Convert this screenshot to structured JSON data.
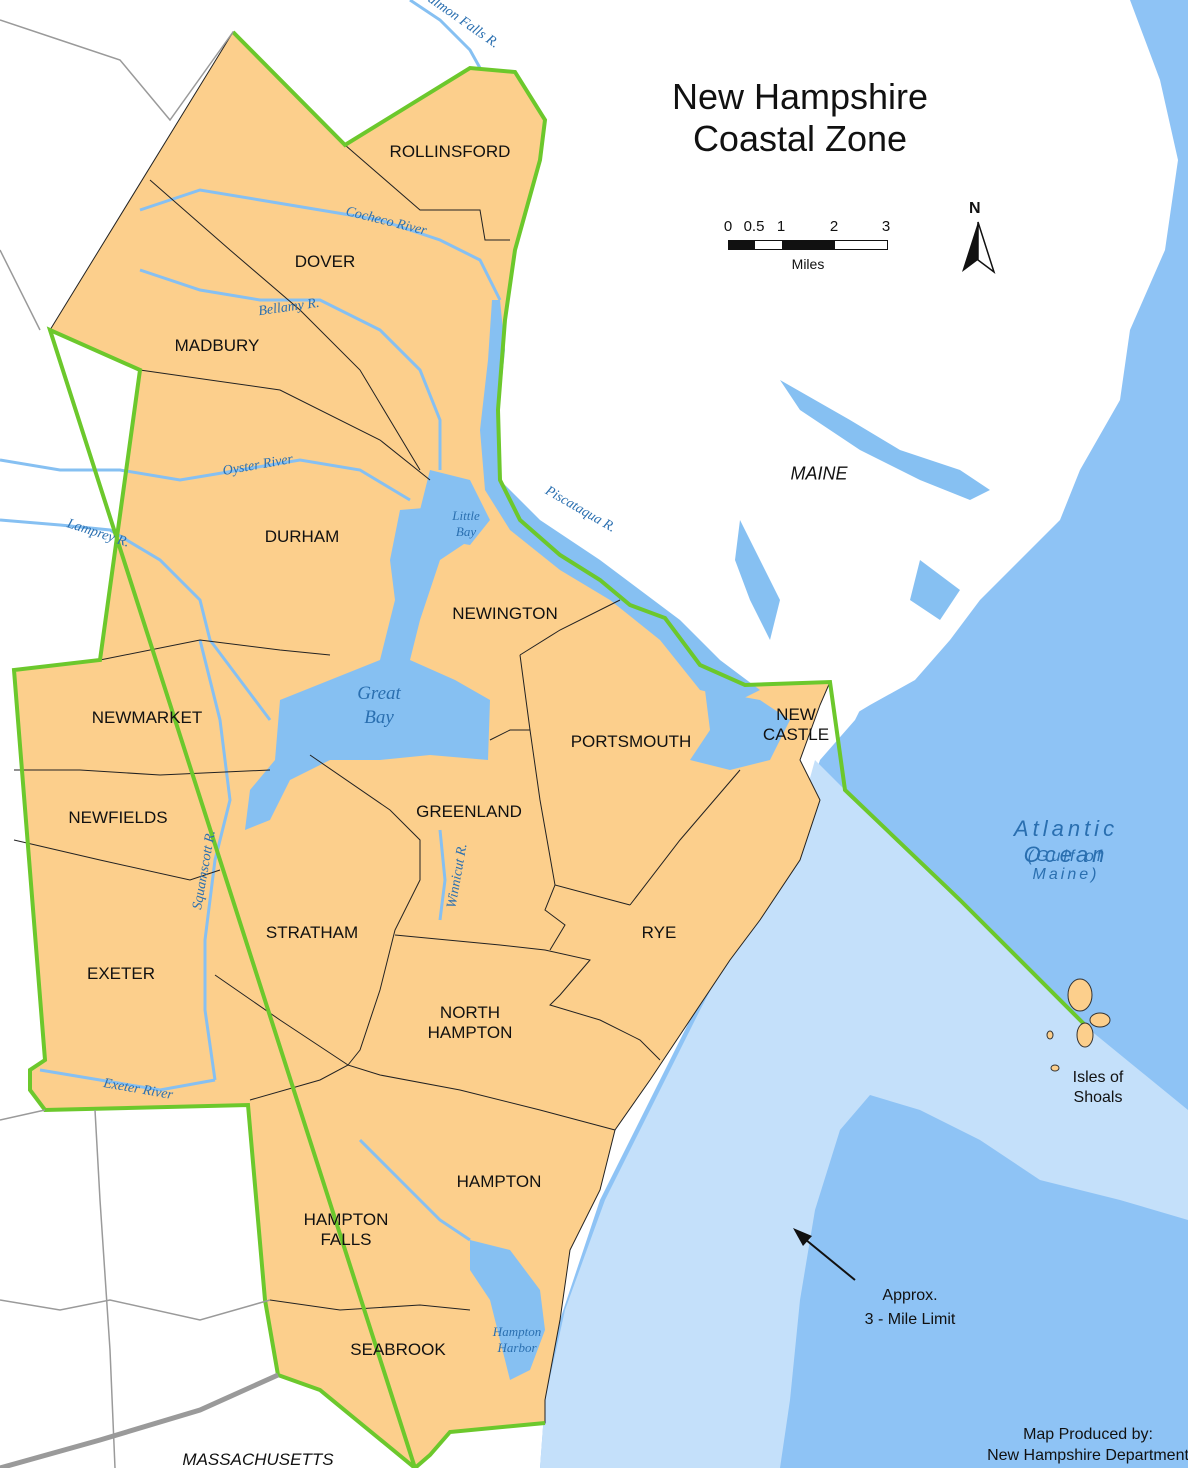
{
  "map": {
    "title_line1": "New Hampshire",
    "title_line2": "Coastal Zone",
    "colors": {
      "ocean": "#8ec3f5",
      "three_mile_zone": "#c4e0fa",
      "coastal_towns": "#fccf8c",
      "land_outside": "#ffffff",
      "water": "#86c0f2",
      "boundary": "#6cc82c",
      "town_lines": "#222222",
      "water_text": "#2a6fb0"
    },
    "scale_bar": {
      "ticks": [
        "0",
        "0.5",
        "1",
        "2",
        "3"
      ],
      "unit": "Miles"
    },
    "north_arrow": {
      "label": "N",
      "icon": "north-arrow-icon"
    },
    "towns": [
      "ROLLINSFORD",
      "DOVER",
      "MADBURY",
      "DURHAM",
      "NEWINGTON",
      "NEWMARKET",
      "NEWFIELDS",
      "PORTSMOUTH",
      "NEW\nCASTLE",
      "GREENLAND",
      "STRATHAM",
      "RYE",
      "EXETER",
      "NORTH\nHAMPTON",
      "HAMPTON",
      "HAMPTON\nFALLS",
      "SEABROOK"
    ],
    "states": [
      "MAINE",
      "MASSACHUSETTS"
    ],
    "water_features": [
      "Salmon Falls R.",
      "Cocheco River",
      "Bellamy R.",
      "Oyster River",
      "Lamprey R.",
      "Little\nBay",
      "Piscataqua R.",
      "Squamscott R.",
      "Winnicut R.",
      "Exeter River",
      "Hampton\nHarbor"
    ],
    "great_bay": "Great\nBay",
    "ocean_name": "Atlantic Ocean",
    "ocean_sub": "(Gulf of Maine)",
    "isles": "Isles of\nShoals",
    "three_mile_note": "Approx.\n3 - Mile Limit",
    "credit_line1": "Map Produced by:",
    "credit_line2": "New Hampshire Department"
  }
}
